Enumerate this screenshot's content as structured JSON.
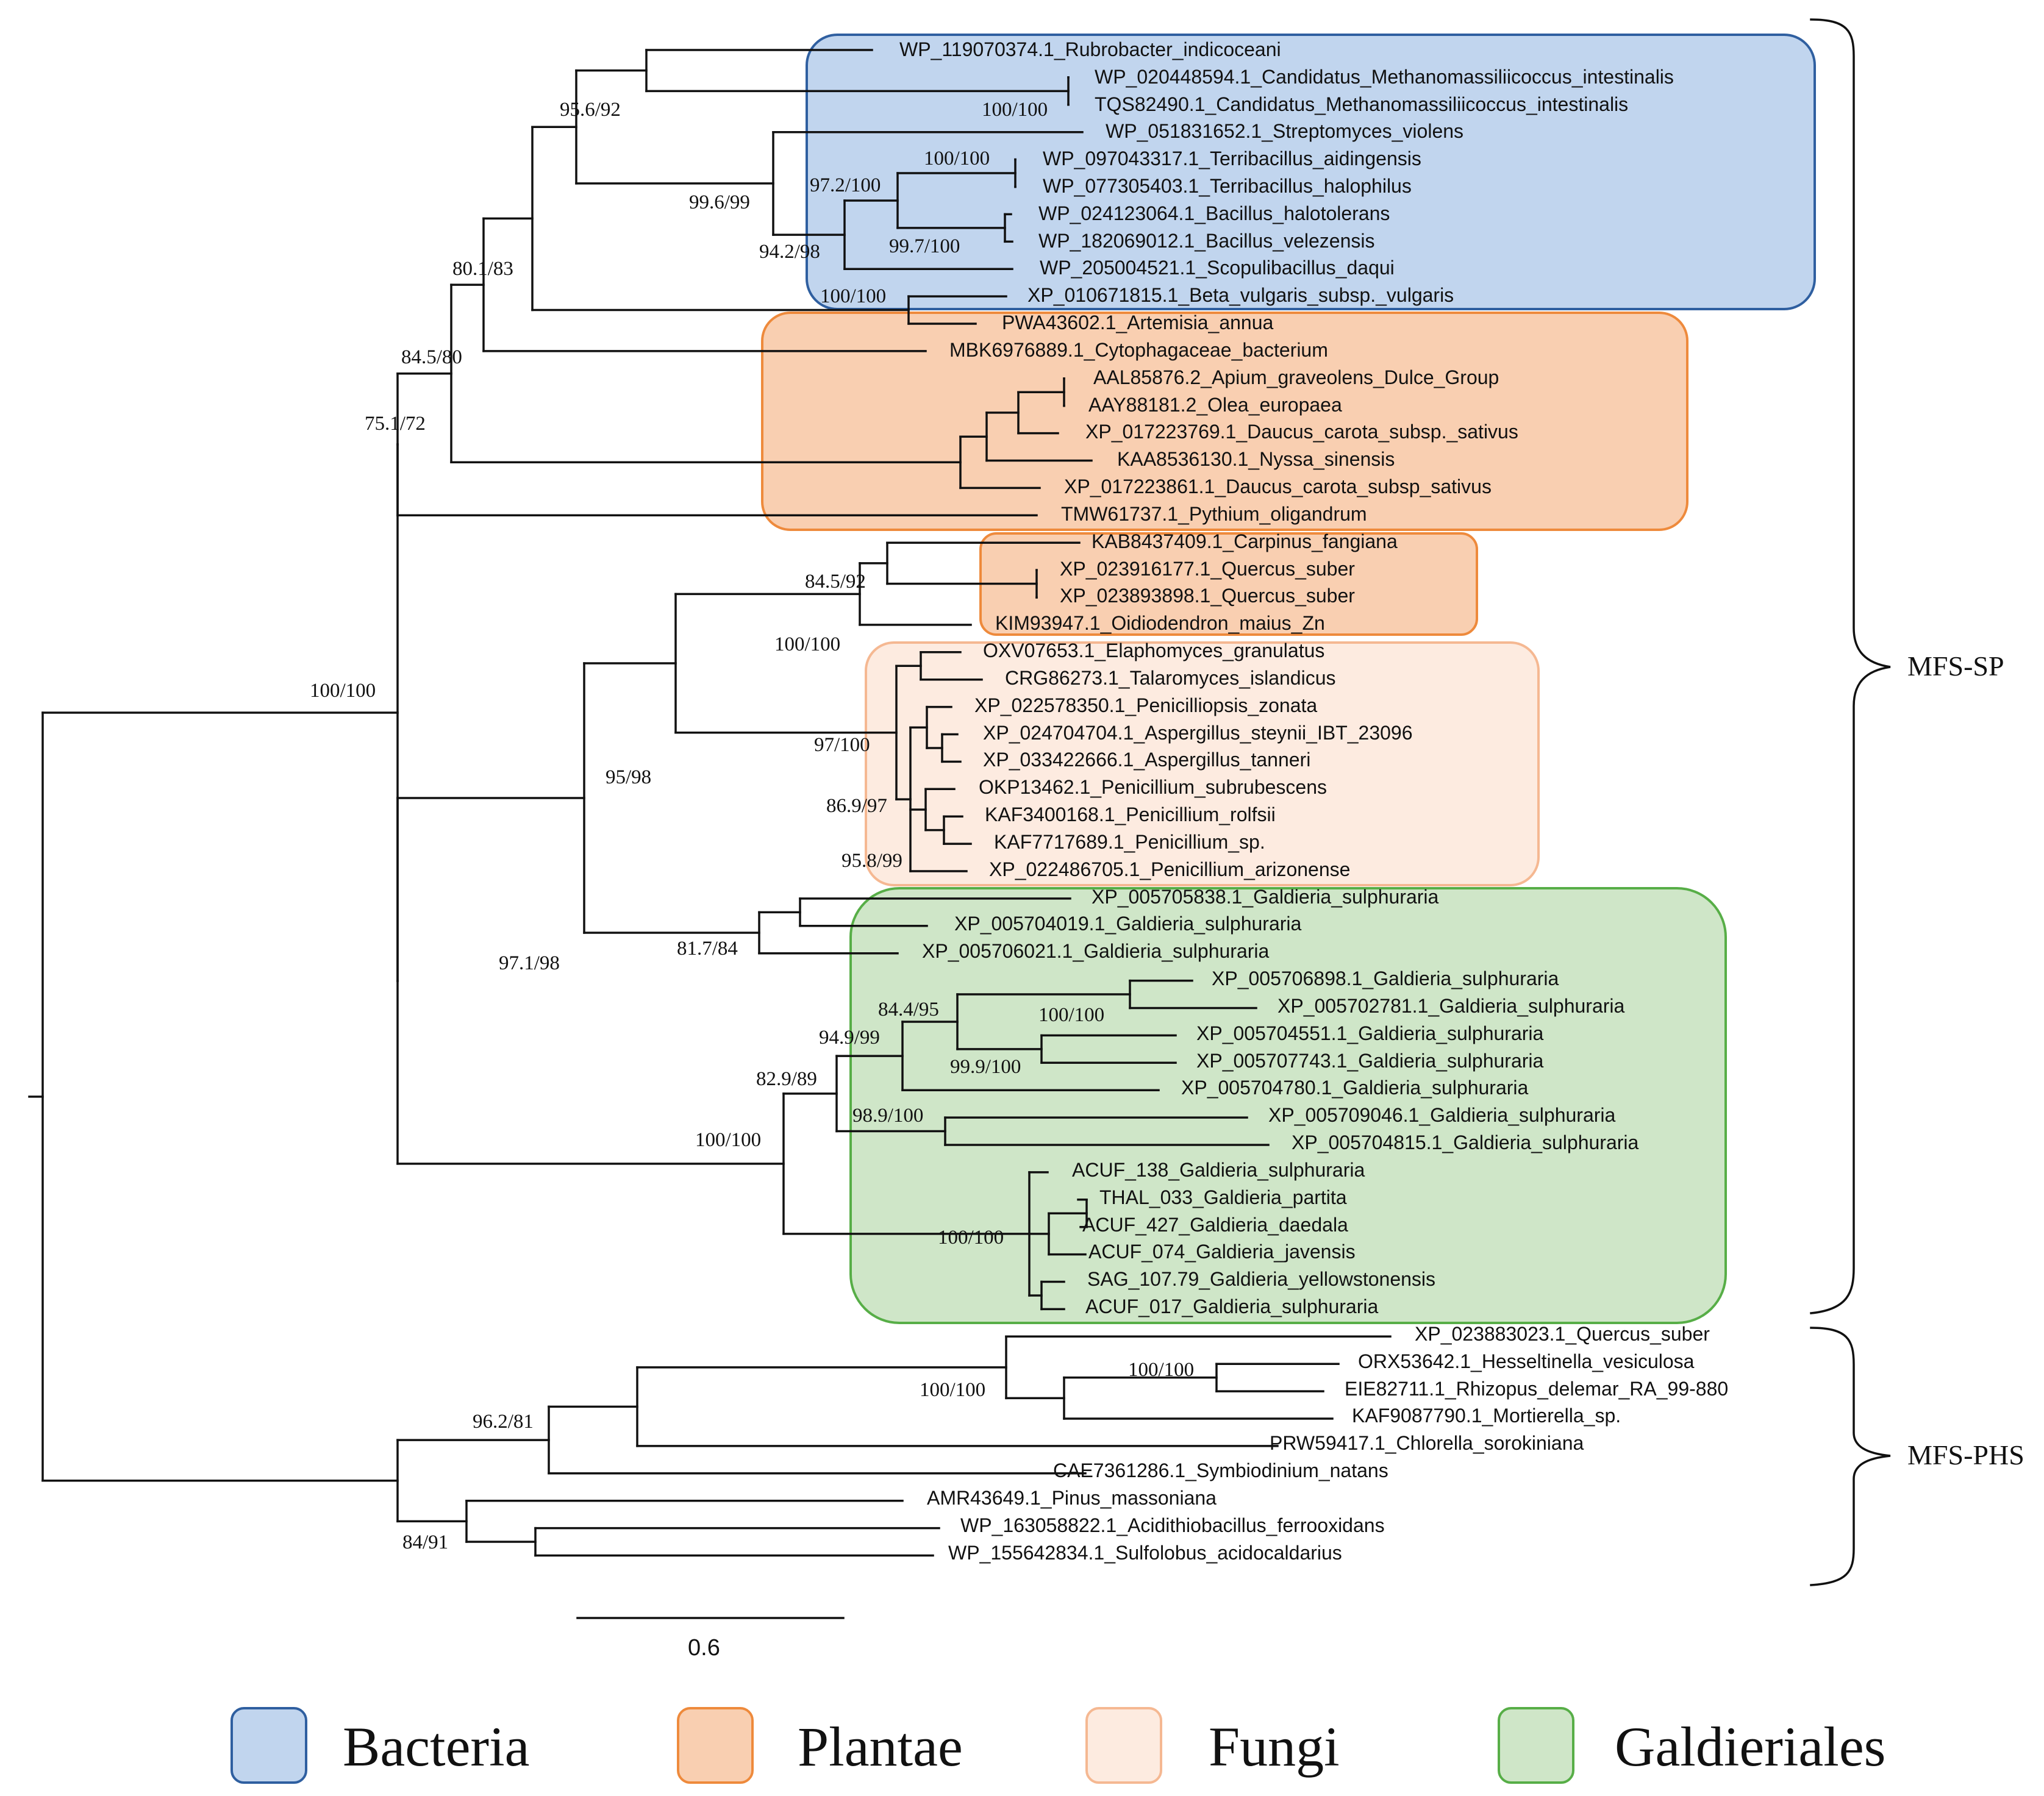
{
  "leaves": [
    "WP_119070374.1_Rubrobacter_indicoceani",
    "WP_020448594.1_Candidatus_Methanomassiliicoccus_intestinalis",
    "TQS82490.1_Candidatus_Methanomassiliicoccus_intestinalis",
    "WP_051831652.1_Streptomyces_violens",
    "WP_097043317.1_Terribacillus_aidingensis",
    "WP_077305403.1_Terribacillus_halophilus",
    "WP_024123064.1_Bacillus_halotolerans",
    "WP_182069012.1_Bacillus_velezensis",
    "WP_205004521.1_Scopulibacillus_daqui",
    "XP_010671815.1_Beta_vulgaris_subsp._vulgaris",
    "PWA43602.1_Artemisia_annua",
    "MBK6976889.1_Cytophagaceae_bacterium",
    "AAL85876.2_Apium_graveolens_Dulce_Group",
    "AAY88181.2_Olea_europaea",
    "XP_017223769.1_Daucus_carota_subsp._sativus",
    "KAA8536130.1_Nyssa_sinensis",
    "XP_017223861.1_Daucus_carota_subsp_sativus",
    "TMW61737.1_Pythium_oligandrum",
    "KAB8437409.1_Carpinus_fangiana",
    "XP_023916177.1_Quercus_suber",
    "XP_023893898.1_Quercus_suber",
    "KIM93947.1_Oidiodendron_maius_Zn",
    "OXV07653.1_Elaphomyces_granulatus",
    "CRG86273.1_Talaromyces_islandicus",
    "XP_022578350.1_Penicilliopsis_zonata",
    "XP_024704704.1_Aspergillus_steynii_IBT_23096",
    "XP_033422666.1_Aspergillus_tanneri",
    "OKP13462.1_Penicillium_subrubescens",
    "KAF3400168.1_Penicillium_rolfsii",
    "KAF7717689.1_Penicillium_sp.",
    "XP_022486705.1_Penicillium_arizonense",
    "XP_005705838.1_Galdieria_sulphuraria",
    "XP_005704019.1_Galdieria_sulphuraria",
    "XP_005706021.1_Galdieria_sulphuraria",
    "XP_005706898.1_Galdieria_sulphuraria",
    "XP_005702781.1_Galdieria_sulphuraria",
    "XP_005704551.1_Galdieria_sulphuraria",
    "XP_005707743.1_Galdieria_sulphuraria",
    "XP_005704780.1_Galdieria_sulphuraria",
    "XP_005709046.1_Galdieria_sulphuraria",
    "XP_005704815.1_Galdieria_sulphuraria",
    "ACUF_138_Galdieria_sulphuraria",
    "THAL_033_Galdieria_partita",
    "ACUF_427_Galdieria_daedala",
    "ACUF_074_Galdieria_javensis",
    "SAG_107.79_Galdieria_yellowstonensis",
    "ACUF_017_Galdieria_sulphuraria",
    "XP_023883023.1_Quercus_suber",
    "ORX53642.1_Hesseltinella_vesiculosa",
    "EIE82711.1_Rhizopus_delemar_RA_99-880",
    "KAF9087790.1_Mortierella_sp.",
    "PRW59417.1_Chlorella_sorokiniana",
    "CAE7361286.1_Symbiodinium_natans",
    "AMR43649.1_Pinus_massoniana",
    "WP_163058822.1_Acidithiobacillus_ferrooxidans",
    "WP_155642834.1_Sulfolobus_acidocaldarius"
  ],
  "supports": [
    "100/100",
    "95.6/92",
    "99.6/99",
    "97.2/100",
    "100/100",
    "99.7/100",
    "94.2/98",
    "100/100",
    "80.1/83",
    "84.5/80",
    "75.1/72",
    "84.5/92",
    "100/100",
    "97/100",
    "86.9/97",
    "95.8/99",
    "95/98",
    "81.7/84",
    "84.4/95",
    "100/100",
    "94.9/99",
    "99.9/100",
    "82.9/89",
    "98.9/100",
    "100/100",
    "100/100",
    "97.1/98",
    "100/100",
    "100/100",
    "96.2/81",
    "100/100",
    "84/91"
  ],
  "clades": [
    "MFS-SP",
    "MFS-PHS"
  ],
  "scale_bar": "0.6",
  "legend": [
    {
      "label": "Bacteria",
      "fill": "#c1d5ee",
      "stroke": "#2f5fa0"
    },
    {
      "label": "Plantae",
      "fill": "#f9cfb1",
      "stroke": "#ee8a3c"
    },
    {
      "label": "Fungi",
      "fill": "#fdebe0",
      "stroke": "#f5b892"
    },
    {
      "label": "Galdieriales",
      "fill": "#cfe6c8",
      "stroke": "#57ae47"
    }
  ]
}
